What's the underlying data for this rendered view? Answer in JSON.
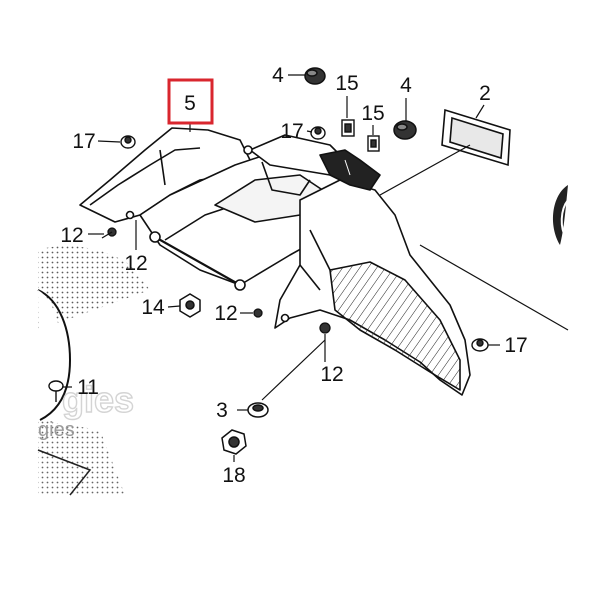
{
  "highlight_color": "#d9262e",
  "highlighted_part": "5",
  "callouts": {
    "c5": "5",
    "c17a": "17",
    "c17b": "17",
    "c17c": "17",
    "c4a": "4",
    "c4b": "4",
    "c15a": "15",
    "c15b": "15",
    "c2": "2",
    "c12a": "12",
    "c12b": "12",
    "c12c": "12",
    "c12d": "12",
    "c14": "14",
    "c11": "11",
    "c3": "3",
    "c18": "18"
  },
  "watermark": {
    "large": "gies",
    "small": "gies"
  }
}
